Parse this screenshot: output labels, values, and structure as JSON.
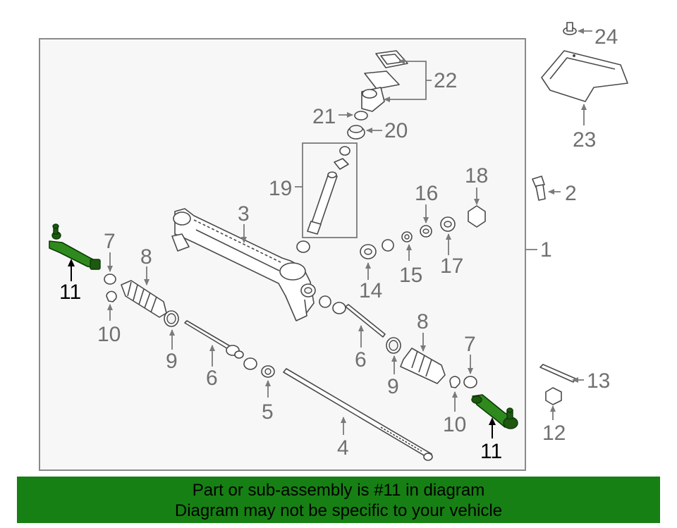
{
  "diagram": {
    "callouts": {
      "c1": "1",
      "c2": "2",
      "c3": "3",
      "c4": "4",
      "c5": "5",
      "c6a": "6",
      "c6b": "6",
      "c7a": "7",
      "c7b": "7",
      "c8a": "8",
      "c8b": "8",
      "c9a": "9",
      "c9b": "9",
      "c10a": "10",
      "c10b": "10",
      "c11a": "11",
      "c11b": "11",
      "c12": "12",
      "c13": "13",
      "c14": "14",
      "c15": "15",
      "c16": "16",
      "c17": "17",
      "c18": "18",
      "c19": "19",
      "c20": "20",
      "c21": "21",
      "c22": "22",
      "c23": "23",
      "c24": "24"
    },
    "colors": {
      "highlight": "#2f8a1e",
      "banner": "#178014",
      "callout": "#707070"
    }
  },
  "banner": {
    "line1": "Part or sub-assembly is #11 in diagram",
    "line2": "Diagram may not be specific to your vehicle"
  }
}
